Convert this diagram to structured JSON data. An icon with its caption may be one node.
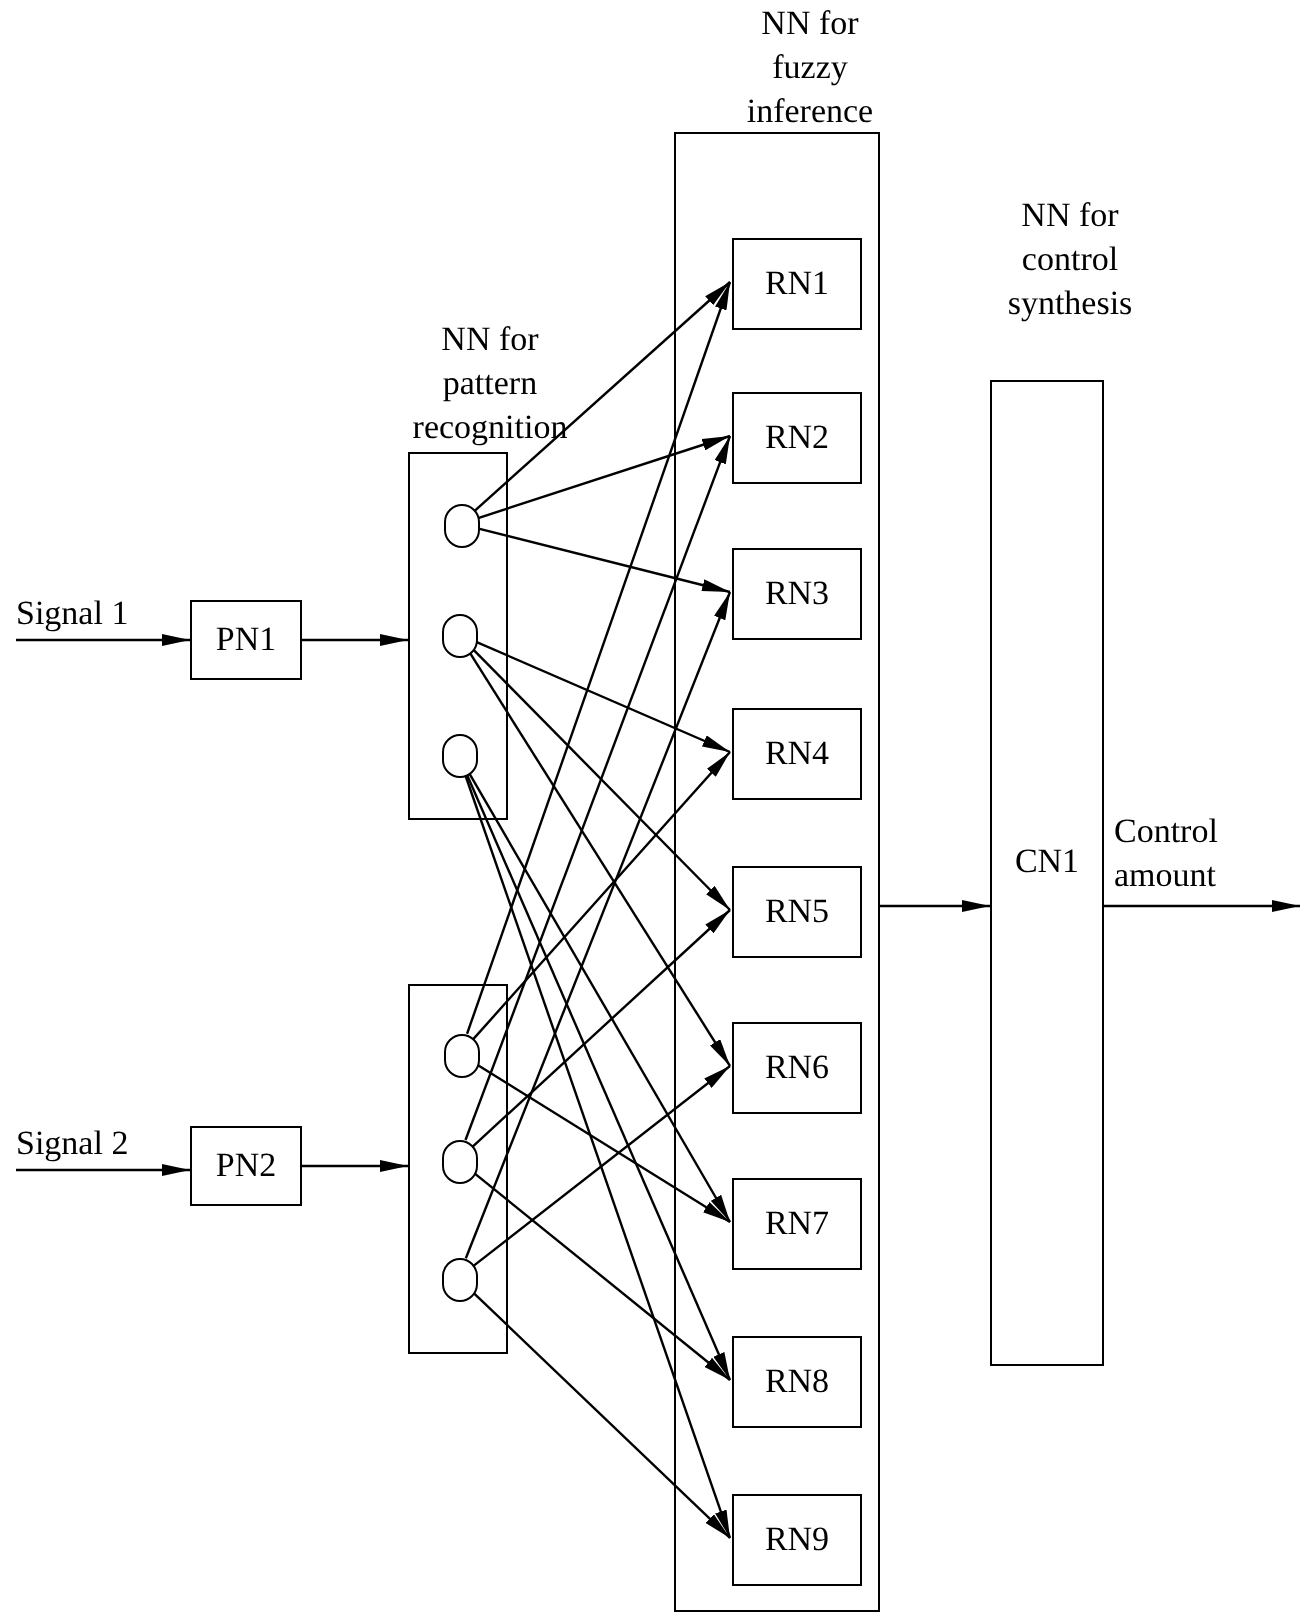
{
  "diagram": {
    "nodes": [
      {
        "text": [
          "Signal 1"
        ]
      },
      {
        "text": [
          "PN1"
        ]
      },
      {
        "text": [
          "NN for pattern recognition"
        ]
      },
      {
        "text": [],
        "shape": "circle",
        "in": 2
      },
      {
        "text": [],
        "shape": "circle",
        "in": 2
      },
      {
        "text": [],
        "shape": "circle",
        "in": 2
      },
      {
        "text": [
          "Signal 2"
        ]
      },
      {
        "text": [
          "PN2"
        ]
      },
      {
        "text": [],
        "shape": "box"
      },
      {
        "text": [],
        "shape": "circle",
        "in": 8
      },
      {
        "text": [],
        "shape": "circle",
        "in": 8
      },
      {
        "text": [],
        "shape": "circle",
        "in": 8
      },
      {
        "text": [
          "NN for fuzzy inference"
        ]
      },
      {
        "text": [
          "RN1"
        ],
        "in": 12
      },
      {
        "text": [
          "RN2"
        ],
        "in": 12
      },
      {
        "text": [
          "RN3"
        ],
        "in": 12
      },
      {
        "text": [
          "RN4"
        ],
        "in": 12
      },
      {
        "text": [
          "RN5"
        ],
        "in": 12
      },
      {
        "text": [
          "RN6"
        ],
        "in": 12
      },
      {
        "text": [
          "RN7"
        ],
        "in": 12
      },
      {
        "text": [
          "RN8"
        ],
        "in": 12
      },
      {
        "text": [
          "RN9"
        ],
        "in": 12
      },
      {
        "text": [
          "NN for control synthesis",
          "CN1"
        ]
      },
      {
        "text": [
          "Control amount"
        ]
      }
    ],
    "edges": [
      {
        "from": 0,
        "to": 1,
        "arrow": "to"
      },
      {
        "from": 1,
        "to": 2,
        "arrow": "to"
      },
      {
        "from": 6,
        "to": 7,
        "arrow": "to"
      },
      {
        "from": 7,
        "to": 8,
        "arrow": "to"
      },
      {
        "from": 3,
        "to": 13,
        "arrow": "to"
      },
      {
        "from": 3,
        "to": 14,
        "arrow": "to"
      },
      {
        "from": 3,
        "to": 15,
        "arrow": "to"
      },
      {
        "from": 4,
        "to": 16,
        "arrow": "to"
      },
      {
        "from": 4,
        "to": 17,
        "arrow": "to"
      },
      {
        "from": 4,
        "to": 18,
        "arrow": "to"
      },
      {
        "from": 5,
        "to": 19,
        "arrow": "to"
      },
      {
        "from": 5,
        "to": 20,
        "arrow": "to"
      },
      {
        "from": 5,
        "to": 21,
        "arrow": "to"
      },
      {
        "from": 9,
        "to": 13,
        "arrow": "to"
      },
      {
        "from": 9,
        "to": 16,
        "arrow": "to"
      },
      {
        "from": 9,
        "to": 19,
        "arrow": "to"
      },
      {
        "from": 10,
        "to": 14,
        "arrow": "to"
      },
      {
        "from": 10,
        "to": 17,
        "arrow": "to"
      },
      {
        "from": 10,
        "to": 20,
        "arrow": "to"
      },
      {
        "from": 11,
        "to": 15,
        "arrow": "to"
      },
      {
        "from": 11,
        "to": 18,
        "arrow": "to"
      },
      {
        "from": 11,
        "to": 21,
        "arrow": "to"
      },
      {
        "from": 12,
        "to": 22,
        "arrow": "to"
      },
      {
        "from": 22,
        "to": 23,
        "arrow": "to"
      }
    ]
  }
}
